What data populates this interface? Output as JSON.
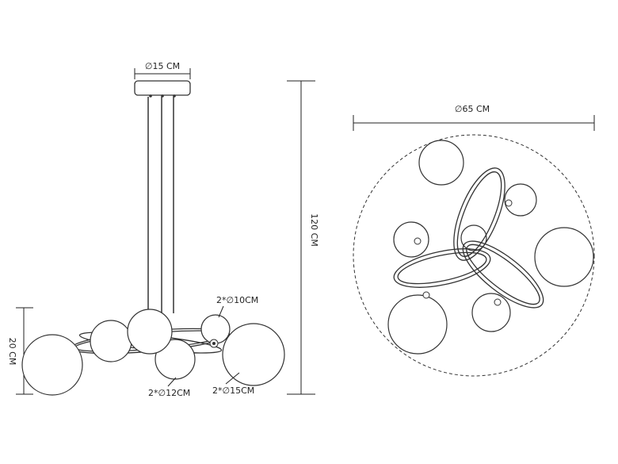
{
  "side_view": {
    "canopy_dim": "∅15 CM",
    "height_dim": "120 CM",
    "body_height_dim": "20 CM",
    "globe_small_dim": "2*∅10CM",
    "globe_medium_dim": "2*∅12CM",
    "globe_large_dim": "2*∅15CM"
  },
  "top_view": {
    "overall_dim": "∅65 CM"
  }
}
